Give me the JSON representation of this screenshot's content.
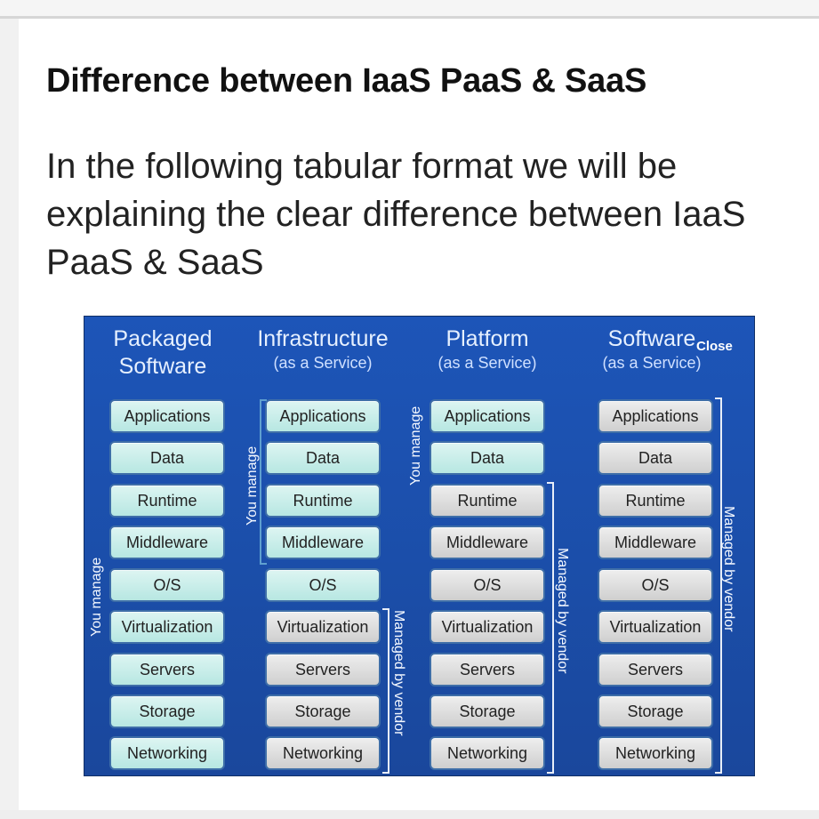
{
  "article": {
    "title": "Difference between IaaS PaaS & SaaS",
    "intro": "In the following tabular format we will be explaining the clear difference between IaaS PaaS & SaaS"
  },
  "diagram": {
    "close_label": "Close",
    "colors": {
      "background": "#1d55b8",
      "you_manage_box": "#c8eee9",
      "vendor_box": "#dcdcdc"
    },
    "columns": [
      {
        "title_line1": "Packaged",
        "title_line2": "Software",
        "subtitle": "",
        "you_manage_label": "You manage",
        "vendor_label": "",
        "layers": [
          "Applications",
          "Data",
          "Runtime",
          "Middleware",
          "O/S",
          "Virtualization",
          "Servers",
          "Storage",
          "Networking"
        ],
        "you_manage_count": 9
      },
      {
        "title_line1": "Infrastructure",
        "title_line2": "",
        "subtitle": "(as a Service)",
        "you_manage_label": "You manage",
        "vendor_label": "Managed by vendor",
        "layers": [
          "Applications",
          "Data",
          "Runtime",
          "Middleware",
          "O/S",
          "Virtualization",
          "Servers",
          "Storage",
          "Networking"
        ],
        "you_manage_count": 5
      },
      {
        "title_line1": "Platform",
        "title_line2": "",
        "subtitle": "(as a Service)",
        "you_manage_label": "You manage",
        "vendor_label": "Managed by vendor",
        "layers": [
          "Applications",
          "Data",
          "Runtime",
          "Middleware",
          "O/S",
          "Virtualization",
          "Servers",
          "Storage",
          "Networking"
        ],
        "you_manage_count": 2
      },
      {
        "title_line1": "Software",
        "title_line2": "",
        "subtitle": "(as a Service)",
        "you_manage_label": "",
        "vendor_label": "Managed by vendor",
        "layers": [
          "Applications",
          "Data",
          "Runtime",
          "Middleware",
          "O/S",
          "Virtualization",
          "Servers",
          "Storage",
          "Networking"
        ],
        "you_manage_count": 0
      }
    ]
  }
}
